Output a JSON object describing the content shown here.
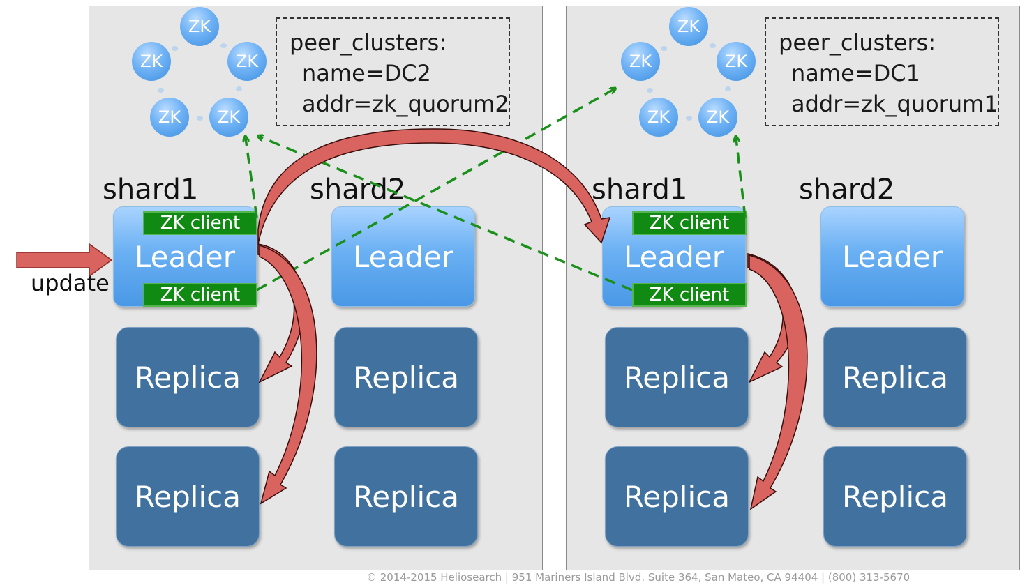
{
  "datacenters": [
    {
      "zk_nodes": [
        "ZK",
        "ZK",
        "ZK",
        "ZK",
        "ZK"
      ],
      "peer_config": {
        "line1": "peer_clusters:",
        "line2": "name=DC2",
        "line3": "addr=zk_quorum2"
      },
      "shard1": {
        "label": "shard1",
        "leader": "Leader",
        "zk_client_top": "ZK client",
        "zk_client_bottom": "ZK client",
        "replicas": [
          "Replica",
          "Replica"
        ]
      },
      "shard2": {
        "label": "shard2",
        "leader": "Leader",
        "replicas": [
          "Replica",
          "Replica"
        ]
      }
    },
    {
      "zk_nodes": [
        "ZK",
        "ZK",
        "ZK",
        "ZK",
        "ZK"
      ],
      "peer_config": {
        "line1": "peer_clusters:",
        "line2": "name=DC1",
        "line3": "addr=zk_quorum1"
      },
      "shard1": {
        "label": "shard1",
        "leader": "Leader",
        "zk_client_top": "ZK client",
        "zk_client_bottom": "ZK client",
        "replicas": [
          "Replica",
          "Replica"
        ]
      },
      "shard2": {
        "label": "shard2",
        "leader": "Leader",
        "replicas": [
          "Replica",
          "Replica"
        ]
      }
    }
  ],
  "update_label": "update",
  "footer": "© 2014-2015 Heliosearch | 951 Mariners Island Blvd. Suite 364, San Mateo, CA 94404 | (800) 313-5670",
  "colors": {
    "panel": "#e6e6e6",
    "zk_node": "#5aa3ec",
    "leader": "#6ab0f3",
    "replica": "#41729f",
    "zk_client": "#118a13",
    "red_arrow": "#d9635f",
    "green_dash": "#1a8f1a"
  }
}
